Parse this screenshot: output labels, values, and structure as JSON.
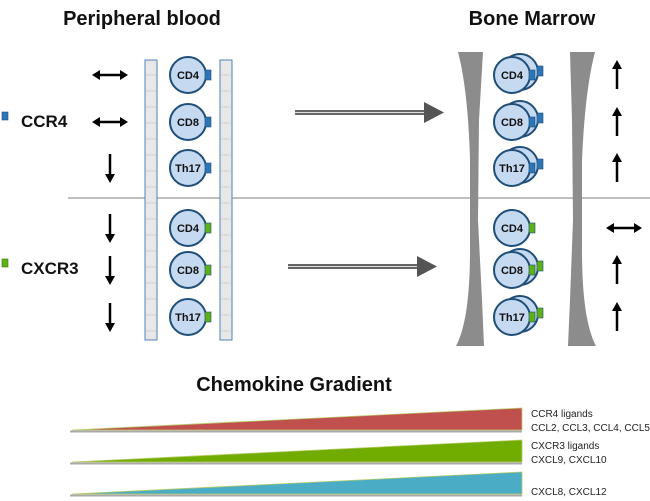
{
  "titles": {
    "peripheral": "Peripheral blood",
    "bone_marrow": "Bone Marrow",
    "gradient": "Chemokine Gradient"
  },
  "colors": {
    "ccr4_receptor": "#2e75b6",
    "cxcr3_receptor": "#5cb018",
    "cell_fill": "#c5d9f1",
    "cell_stroke": "#1f4e79",
    "vessel_fill": "#e8e8e8",
    "vessel_stroke": "#4f81bd",
    "marrow_wall": "#8c8c8c",
    "flow_arrow": "#555555",
    "gradient_ccr4": "#c0504d",
    "gradient_cxcr3": "#70ad00",
    "gradient_other": "#4bacc6"
  },
  "receptors": [
    {
      "name": "CCR4",
      "color_key": "ccr4_receptor"
    },
    {
      "name": "CXCR3",
      "color_key": "cxcr3_receptor"
    }
  ],
  "peripheral": {
    "CCR4": [
      {
        "cell": "CD4",
        "arrow": "bidirectional"
      },
      {
        "cell": "CD8",
        "arrow": "bidirectional"
      },
      {
        "cell": "Th17",
        "arrow": "down"
      }
    ],
    "CXCR3": [
      {
        "cell": "CD4",
        "arrow": "down"
      },
      {
        "cell": "CD8",
        "arrow": "down"
      },
      {
        "cell": "Th17",
        "arrow": "down"
      }
    ]
  },
  "bone_marrow": {
    "CCR4": [
      {
        "cell": "CD4",
        "arrow": "up",
        "stacked": true
      },
      {
        "cell": "CD8",
        "arrow": "up",
        "stacked": true
      },
      {
        "cell": "Th17",
        "arrow": "up",
        "stacked": true
      }
    ],
    "CXCR3": [
      {
        "cell": "CD4",
        "arrow": "bidirectional",
        "stacked": false
      },
      {
        "cell": "CD8",
        "arrow": "up",
        "stacked": true
      },
      {
        "cell": "Th17",
        "arrow": "up",
        "stacked": true
      }
    ]
  },
  "gradients": [
    {
      "color_key": "gradient_ccr4",
      "label_lines": [
        "CCR4 ligands",
        "CCL2, CCL3, CCL4, CCL5"
      ]
    },
    {
      "color_key": "gradient_cxcr3",
      "label_lines": [
        "CXCR3 ligands",
        "CXCL9, CXCL10"
      ]
    },
    {
      "color_key": "gradient_other",
      "label_lines": [
        "",
        "CXCL8, CXCL12"
      ]
    }
  ]
}
